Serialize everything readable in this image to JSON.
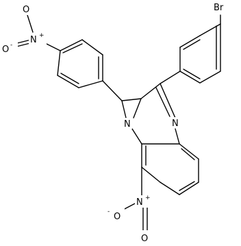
{
  "molecule": {
    "atoms": {
      "br": "Br",
      "n_imine": "N",
      "n_aziridine": "N",
      "no2_top_n": "N",
      "no2_top_o1": "O",
      "no2_top_o2": "O",
      "no2_top_charge_plus": "+",
      "no2_top_charge_minus": "-",
      "no2_bottom_n": "N",
      "no2_bottom_o1": "O",
      "no2_bottom_o2": "O",
      "no2_bottom_charge_plus": "+",
      "no2_bottom_charge_minus": "-"
    }
  }
}
